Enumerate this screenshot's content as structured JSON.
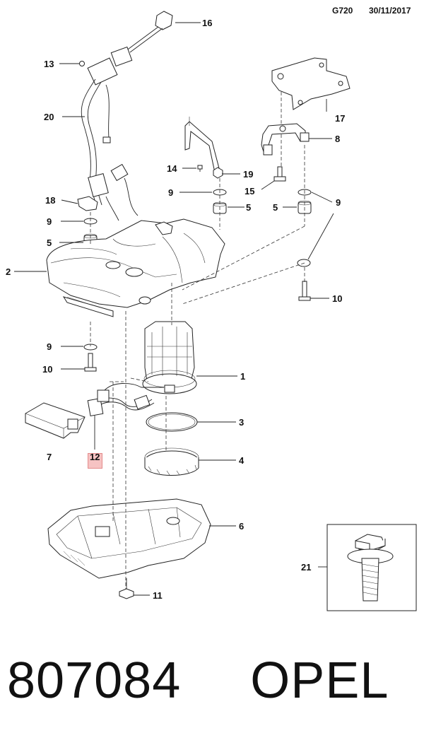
{
  "header": {
    "code": "G720",
    "date": "30/11/2017"
  },
  "callouts": {
    "c1": "1",
    "c2": "2",
    "c3": "3",
    "c4": "4",
    "c5a": "5",
    "c5b": "5",
    "c5c": "5",
    "c6": "6",
    "c7": "7",
    "c8": "8",
    "c9a": "9",
    "c9b": "9",
    "c9c": "9",
    "c9d": "9",
    "c10a": "10",
    "c10b": "10",
    "c11": "11",
    "c12": "12",
    "c13": "13",
    "c14": "14",
    "c15": "15",
    "c16": "16",
    "c17": "17",
    "c18": "18",
    "c19": "19",
    "c20": "20",
    "c21": "21"
  },
  "footer": {
    "part_number": "807084",
    "brand": "OPEL"
  },
  "colors": {
    "highlight": "#f6c3c3",
    "ink": "#222222"
  }
}
